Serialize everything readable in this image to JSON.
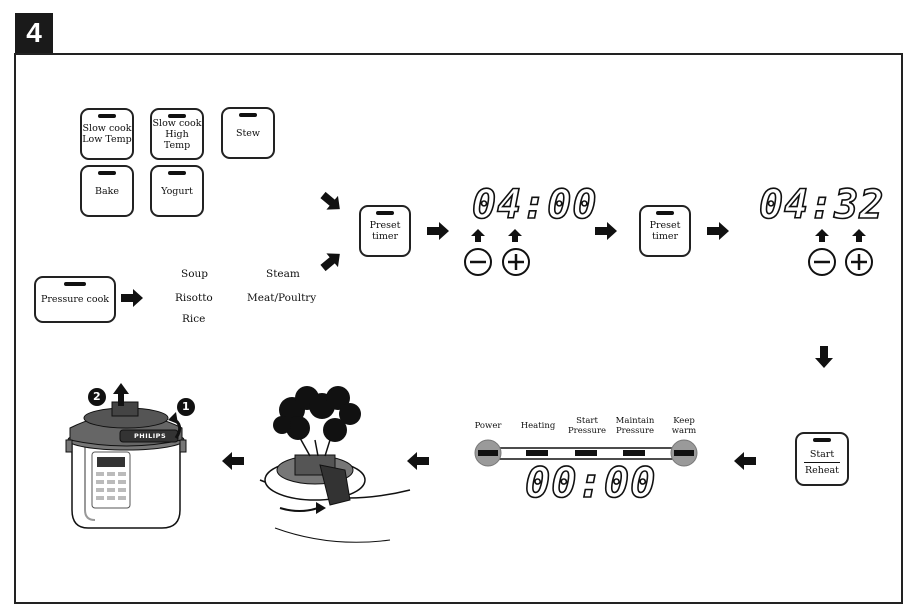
{
  "step_number": "4",
  "program_keys": {
    "slow_cook_low": [
      "Slow cook",
      "Low Temp"
    ],
    "slow_cook_high": [
      "Slow cook",
      "High Temp"
    ],
    "stew": "Stew",
    "bake": "Bake",
    "yogurt": "Yogurt",
    "pressure_cook": "Pressure cook"
  },
  "pressure_menu": {
    "col1": [
      "Soup",
      "Risotto",
      "Rice"
    ],
    "col2": [
      "Steam",
      "Meat/Poultry"
    ]
  },
  "preset_key": [
    "Preset",
    "timer"
  ],
  "display_hours": {
    "left": "04",
    "colon": ":",
    "right": "00"
  },
  "display_minutes": {
    "left": "04",
    "colon": ":",
    "right": "32"
  },
  "start_key": {
    "top": "Start",
    "bottom": "Reheat"
  },
  "status_panel": {
    "labels": [
      [
        "Power"
      ],
      [
        "Heating"
      ],
      [
        "Start",
        "Pressure"
      ],
      [
        "Maintain",
        "Pressure"
      ],
      [
        "Keep",
        "warm"
      ]
    ],
    "display": "00:00"
  },
  "cooker": {
    "brand": "PHILIPS",
    "step1": "1",
    "step2": "2"
  }
}
